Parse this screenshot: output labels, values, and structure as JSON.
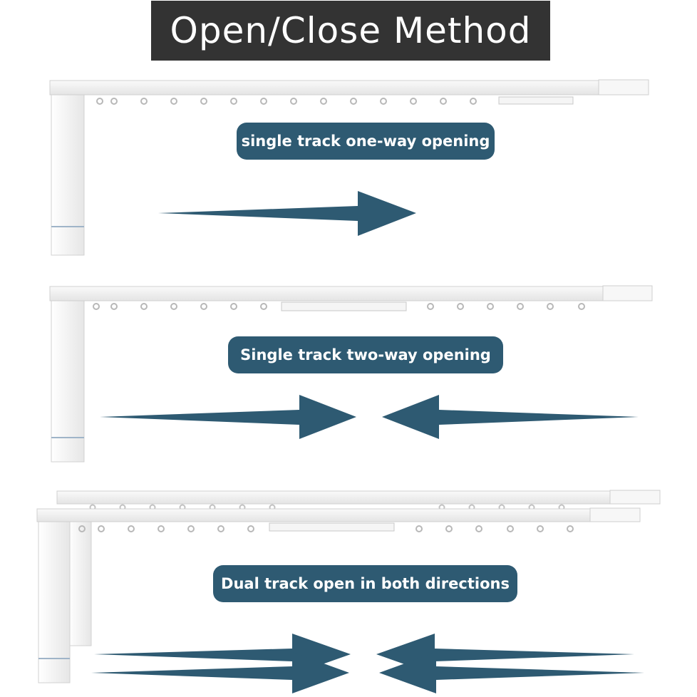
{
  "title": "Open/Close Method",
  "labels": {
    "one_way": "single track one-way opening",
    "two_way": "Single track two-way opening",
    "dual": "Dual track open in both directions"
  },
  "colors": {
    "arrow": "#2e5a72",
    "title_bg": "#333333",
    "track": "#f2f2f2",
    "track_edge": "#d0d0d0"
  }
}
